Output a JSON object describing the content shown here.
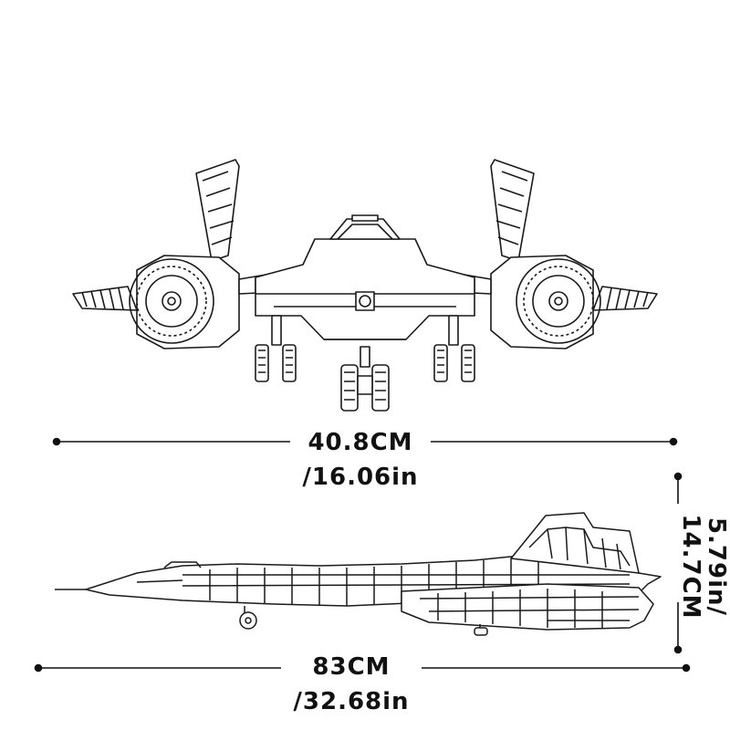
{
  "dimensions": {
    "width_cm": "40.8CM",
    "width_in": "/16.06in",
    "length_cm": "83CM",
    "length_in": "/32.68in",
    "height_cm": "14.7CM",
    "height_in": "5.79in/"
  },
  "colors": {
    "ink": "#111111",
    "background": "#ffffff"
  }
}
